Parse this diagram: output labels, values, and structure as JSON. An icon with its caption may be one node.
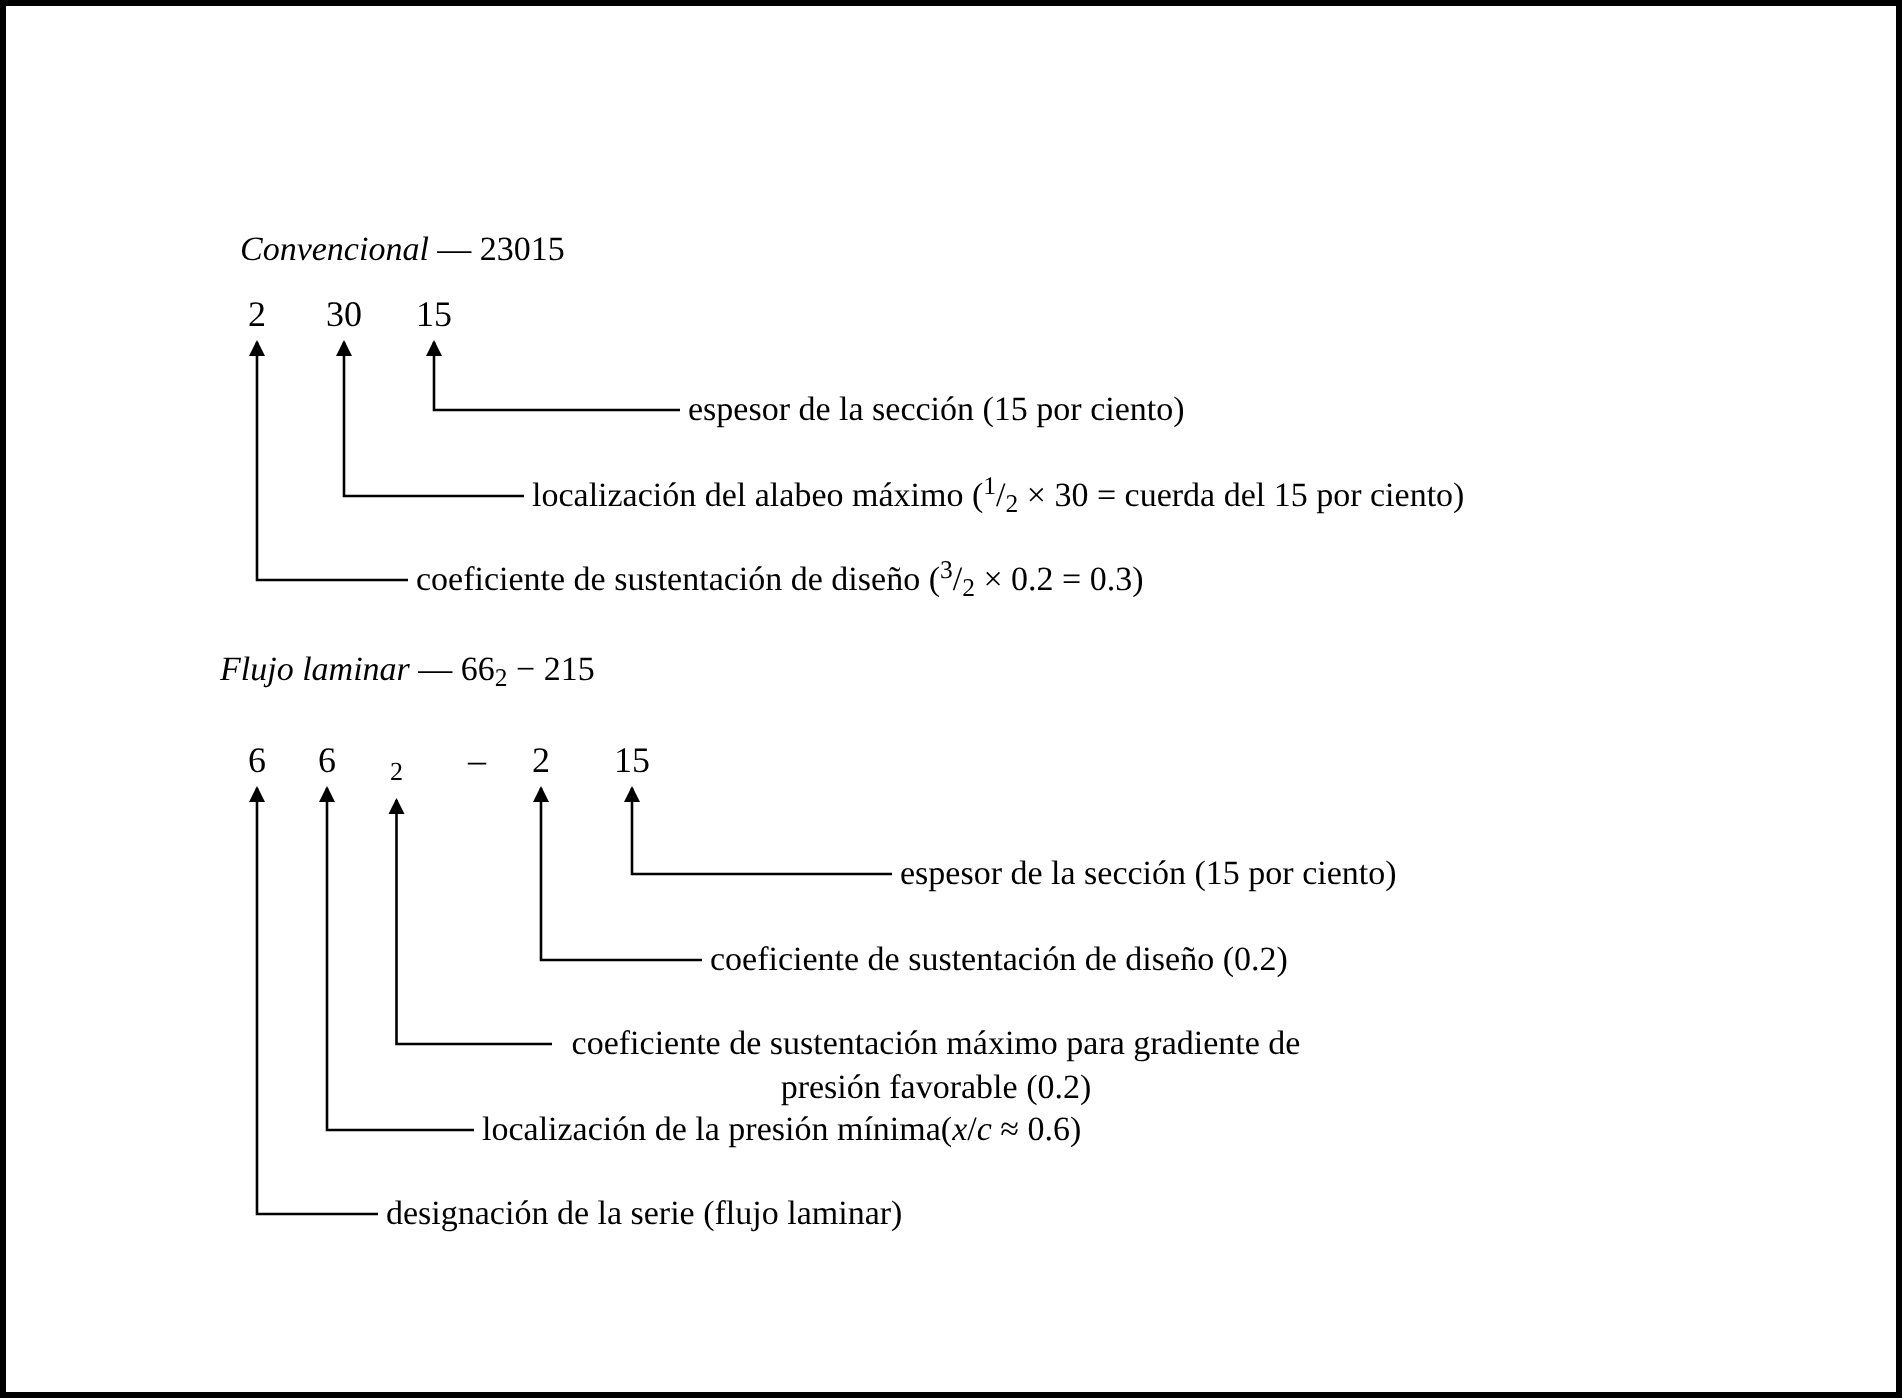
{
  "diagram": {
    "nodes": [
      {
        "text": [
          "2"
        ]
      },
      {
        "text": [
          "30"
        ]
      },
      {
        "text": [
          "15"
        ]
      },
      {
        "text": [
          "espesor de la sección (15 por ciento)"
        ]
      },
      {
        "text": [
          "localización del alabeo máximo ($^{1}$/$_{2}$ × 30 = cuerda del 15 por ciento)"
        ]
      },
      {
        "text": [
          "coeficiente de sustentación de diseño ($^{3}$/$_{2}$ × 0.2 = 0.3)"
        ]
      },
      {
        "text": [
          "6"
        ]
      },
      {
        "text": [
          "6"
        ]
      },
      {
        "text": [
          "2"
        ]
      },
      {
        "text": [
          "2"
        ]
      },
      {
        "text": [
          "15"
        ]
      },
      {
        "text": [
          "espesor de la sección (15 por ciento)"
        ]
      },
      {
        "text": [
          "coeficiente de sustentación de diseño (0.2)"
        ]
      },
      {
        "text": [
          "coeficiente de sustentación máximo para gradiente de presión favorable (0.2)"
        ]
      },
      {
        "text": [
          "localización de la presión mínima(*x*/*c* ≈ 0.6)"
        ]
      },
      {
        "text": [
          "designación de la serie (flujo laminar)"
        ]
      }
    ],
    "edges": [
      {
        "from": 3,
        "to": 2,
        "arrow": "to"
      },
      {
        "from": 4,
        "to": 1,
        "arrow": "to"
      },
      {
        "from": 5,
        "to": 0,
        "arrow": "to"
      },
      {
        "from": 11,
        "to": 10,
        "arrow": "to"
      },
      {
        "from": 12,
        "to": 9,
        "arrow": "to"
      },
      {
        "from": 13,
        "to": 8,
        "arrow": "to"
      },
      {
        "from": 14,
        "to": 7,
        "arrow": "to"
      },
      {
        "from": 15,
        "to": 6,
        "arrow": "to"
      }
    ],
    "labels": [
      "*Convencional* — 23015",
      "*Flujo laminar* — 66$_{2}$ − 215",
      "–"
    ]
  }
}
